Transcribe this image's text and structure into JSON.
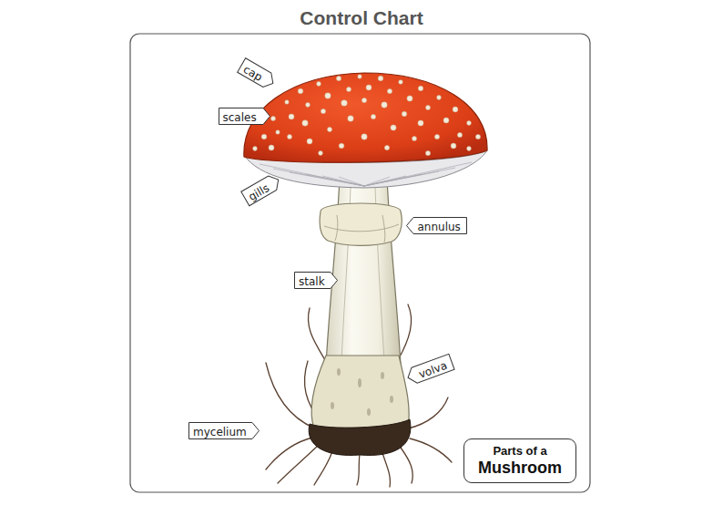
{
  "diagram": {
    "title": "Control Chart",
    "nodes": [
      {
        "text": [
          "cap"
        ]
      },
      {
        "text": [
          "scales"
        ]
      },
      {
        "text": [
          "gills"
        ]
      },
      {
        "text": [
          "annulus"
        ]
      },
      {
        "text": [
          "stalk"
        ]
      },
      {
        "text": [
          "volva"
        ]
      },
      {
        "text": [
          "mycelium"
        ]
      },
      {
        "text": [
          "Parts of a",
          "Mushroom"
        ]
      }
    ]
  }
}
